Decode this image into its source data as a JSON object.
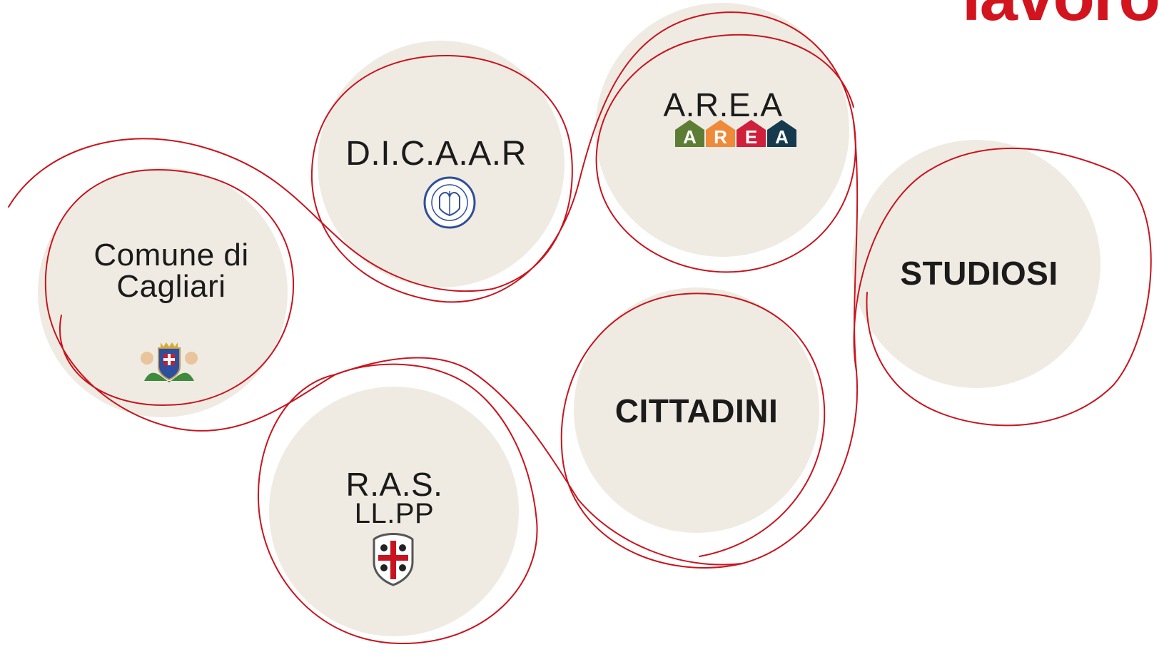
{
  "header": {
    "fragment": "lavoro"
  },
  "nodes": {
    "comune": {
      "line1": "Comune di",
      "line2": "Cagliari"
    },
    "dicaar": {
      "label": "D.I.C.A.A.R"
    },
    "area": {
      "label": "A.R.E.A",
      "logo_letters": [
        "A",
        "R",
        "E",
        "A"
      ]
    },
    "studiosi": {
      "label": "STUDIOSI"
    },
    "cittadini": {
      "label": "CITTADINI"
    },
    "ras": {
      "line1": "R.A.S.",
      "line2": "LL.PP"
    }
  },
  "colors": {
    "accent": "#c8141e",
    "circle_fill": "#efebe2",
    "text": "#1b1b1b",
    "area_logo": [
      "#5e7d34",
      "#ef8a3a",
      "#cf1f3a",
      "#163a4d"
    ]
  },
  "icons": [
    "cagliari-coat-of-arms-icon",
    "university-seal-icon",
    "sardinia-four-moors-icon"
  ]
}
